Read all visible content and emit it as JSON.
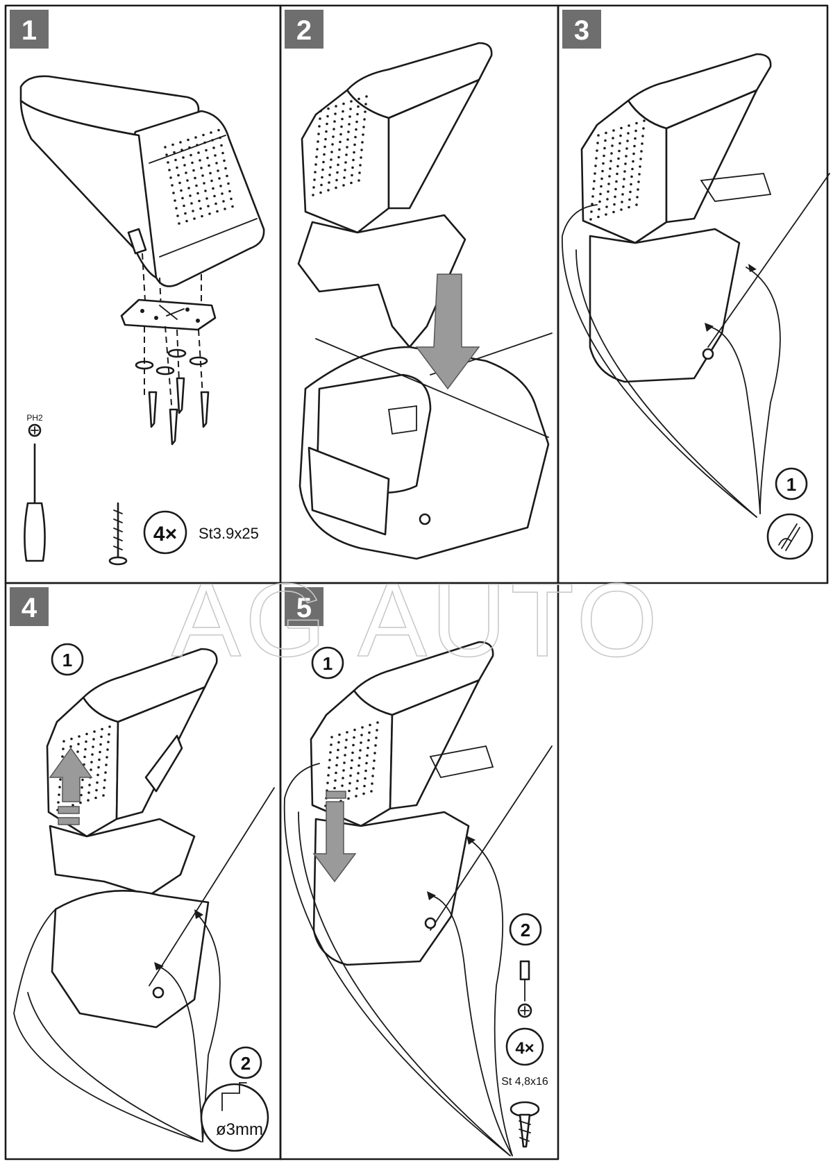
{
  "panels": [
    {
      "step": "1"
    },
    {
      "step": "2"
    },
    {
      "step": "3"
    },
    {
      "step": "4"
    },
    {
      "step": "5"
    }
  ],
  "panel1": {
    "tool_label": "PH2",
    "screw_count": "4×",
    "screw_spec": "St3.9x25"
  },
  "panel3": {
    "callout": "1"
  },
  "panel4": {
    "callout_top": "1",
    "callout_bottom": "2",
    "drill_spec": "ø3mm"
  },
  "panel5": {
    "callout_top": "1",
    "callout_bottom": "2",
    "screw_count": "4×",
    "screw_spec": "St 4,8x16"
  },
  "watermark": "AG AUTO",
  "colors": {
    "badge": "#6e6e6e",
    "arrow_fill": "#9a9a9a",
    "line": "#1a1a1a"
  }
}
